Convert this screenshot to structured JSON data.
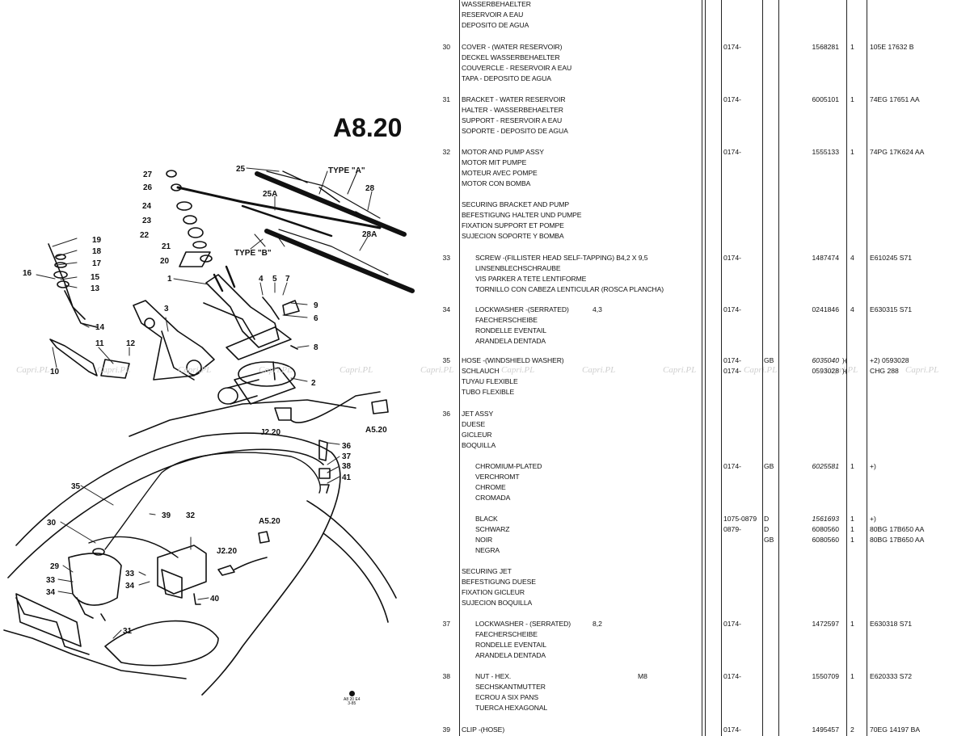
{
  "diagram": {
    "title": "A8.20",
    "type_a_label": "TYPE \"A\"",
    "type_b_label": "TYPE \"B\"",
    "ref_codes": [
      "J2.20",
      "A5.20",
      "A5.20",
      "J2.20"
    ],
    "corner_code": [
      "A8 20 E4",
      "3-85"
    ],
    "callouts": [
      "27",
      "26",
      "24",
      "23",
      "22",
      "21",
      "20",
      "19",
      "18",
      "17",
      "16",
      "15",
      "13",
      "14",
      "11",
      "12",
      "10",
      "1",
      "3",
      "4",
      "5",
      "7",
      "9",
      "6",
      "8",
      "2",
      "25",
      "25A",
      "28",
      "28A",
      "36",
      "37",
      "38",
      "41",
      "35",
      "39",
      "32",
      "30",
      "29",
      "33",
      "34",
      "33",
      "34",
      "40",
      "31"
    ]
  },
  "watermark": "Capri.PL",
  "parts_list": {
    "top_lines": [
      "WASSERBEHAELTER",
      "RESERVOIR A EAU",
      "DEPOSITO DE AGUA"
    ],
    "rows": [
      {
        "item": "30",
        "lines": [
          "COVER - (WATER RESERVOIR)",
          "DECKEL WASSERBEHAELTER",
          "COUVERCLE - RESERVOIR A EAU",
          "TAPA - DEPOSITO DE AGUA"
        ],
        "date": "0174-",
        "part": "1568281",
        "qty": "1",
        "ref": "105E 17632 B"
      },
      {
        "item": "31",
        "lines": [
          "BRACKET - WATER RESERVOIR",
          "HALTER - WASSERBEHAELTER",
          "SUPPORT - RESERVOIR A EAU",
          "SOPORTE - DEPOSITO DE AGUA"
        ],
        "date": "0174-",
        "part": "6005101",
        "qty": "1",
        "ref": "74EG 17651 AA"
      },
      {
        "item": "32",
        "lines": [
          "MOTOR AND PUMP ASSY",
          "MOTOR MIT PUMPE",
          "MOTEUR AVEC POMPE",
          "MOTOR CON BOMBA"
        ],
        "date": "0174-",
        "part": "1555133",
        "qty": "1",
        "ref": "74PG 17K624 AA"
      },
      {
        "item": "",
        "lines": [
          "SECURING BRACKET AND PUMP",
          "BEFESTIGUNG HALTER UND PUMPE",
          "FIXATION SUPPORT ET POMPE",
          "SUJECION SOPORTE Y BOMBA"
        ]
      },
      {
        "item": "33",
        "indent": true,
        "lines": [
          "SCREW -(FILLISTER HEAD SELF-TAPPING) B4,2 X 9,5",
          "LINSENBLECHSCHRAUBE",
          "VIS PARKER A TETE LENTIFORME",
          "TORNILLO CON CABEZA LENTICULAR (ROSCA PLANCHA)"
        ],
        "date": "0174-",
        "part": "1487474",
        "qty": "4",
        "ref": "E610245 S71"
      },
      {
        "item": "34",
        "indent": true,
        "lines": [
          "LOCKWASHER -(SERRATED)",
          "FAECHERSCHEIBE",
          "RONDELLE EVENTAIL",
          "ARANDELA DENTADA"
        ],
        "spec": "4,3",
        "date": "0174-",
        "part": "0241846",
        "qty": "4",
        "ref": "E630315 S71"
      },
      {
        "item": "35",
        "lines": [
          "HOSE -(WINDSHIELD WASHER)",
          "SCHLAUCH",
          "TUYAU FLEXIBLE",
          "TUBO FLEXIBLE"
        ],
        "dates": [
          "0174-",
          "0174-"
        ],
        "markets": [
          "GB",
          ""
        ],
        "parts": [
          "6035040",
          "0593028"
        ],
        "parts_italic": [
          true,
          false
        ],
        "quals": [
          ")-(",
          ")-("
        ],
        "refs": [
          "+2) 0593028",
          "CHG 288"
        ]
      },
      {
        "item": "36",
        "lines": [
          "JET ASSY",
          "DUESE",
          "GICLEUR",
          "BOQUILLA"
        ]
      },
      {
        "item": "",
        "indent": true,
        "lines": [
          "CHROMIUM-PLATED",
          "VERCHROMT",
          "CHROME",
          "CROMADA"
        ],
        "date": "0174-",
        "market": "GB",
        "part": "6025581",
        "part_italic": true,
        "qty": "1",
        "ref": "+)"
      },
      {
        "item": "",
        "indent": true,
        "lines": [
          "BLACK",
          "SCHWARZ",
          "NOIR",
          "NEGRA"
        ],
        "dates": [
          "1075-0879",
          "0879-",
          ""
        ],
        "markets": [
          "D",
          "D",
          "GB"
        ],
        "parts": [
          "1561693",
          "6080560",
          "6080560"
        ],
        "parts_italic": [
          true,
          false,
          false
        ],
        "qtys": [
          "1",
          "1",
          "1"
        ],
        "refs": [
          "+)",
          "80BG 17B650 AA",
          "80BG 17B650 AA"
        ]
      },
      {
        "item": "",
        "lines": [
          "SECURING JET",
          "BEFESTIGUNG DUESE",
          "FIXATION GICLEUR",
          "SUJECION BOQUILLA"
        ]
      },
      {
        "item": "37",
        "indent": true,
        "lines": [
          "LOCKWASHER - (SERRATED)",
          "FAECHERSCHEIBE",
          "RONDELLE EVENTAIL",
          "ARANDELA DENTADA"
        ],
        "spec": "8,2",
        "date": "0174-",
        "part": "1472597",
        "qty": "1",
        "ref": "E630318 S71"
      },
      {
        "item": "38",
        "indent": true,
        "lines": [
          "NUT - HEX.",
          "SECHSKANTMUTTER",
          "ECROU A SIX PANS",
          "TUERCA HEXAGONAL"
        ],
        "spec": "M8",
        "date": "0174-",
        "part": "1550709",
        "qty": "1",
        "ref": "E620333 S72"
      },
      {
        "item": "39",
        "lines": [
          "CLIP -(HOSE)"
        ],
        "date": "0174-",
        "part": "1495457",
        "qty": "2",
        "ref": "70EG 14197 BA"
      }
    ]
  }
}
